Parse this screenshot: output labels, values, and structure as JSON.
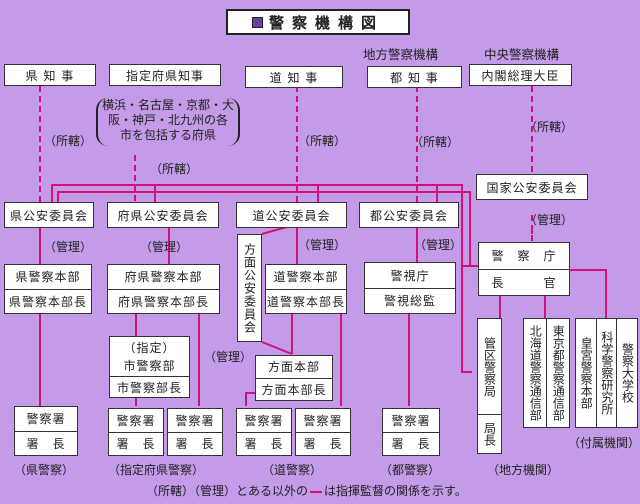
{
  "title": "警察機構図",
  "headers": {
    "local": "地方警察機構",
    "central": "中央警察機構"
  },
  "top_row": {
    "ken_chiji": "県 知 事",
    "shitei_chiji": "指定府県知事",
    "do_chiji": "道 知 事",
    "to_chiji": "都 知 事",
    "naikaku": "内閣総理大臣"
  },
  "shitei_note": [
    "横浜・名古屋・京都・大",
    "阪・神戸・北九州の各",
    "市を包括する府県"
  ],
  "labels": {
    "shokatsu": "（所轄）",
    "kanri": "（管理）"
  },
  "commissions": {
    "ken": "県公安委員会",
    "fuken": "府県公安委員会",
    "do": "道公安委員会",
    "to": "都公安委員会",
    "kokka": "国家公安委員会",
    "homen": "方面公安委員会"
  },
  "hq": {
    "ken": [
      "県警察本部",
      "県警察本部長"
    ],
    "fuken": [
      "府県警察本部",
      "府県警察本部長"
    ],
    "do": [
      "道警察本部",
      "道警察本部長"
    ],
    "to": [
      "警視庁",
      "警視総監"
    ],
    "npa": [
      "警　察　庁",
      "長　　　官"
    ]
  },
  "shi_keisatsu": [
    "（指定）",
    "市警察部",
    "市警察部長"
  ],
  "homen_hq": [
    "方面本部",
    "方面本部長"
  ],
  "station": [
    "警察署",
    "署　長"
  ],
  "regional": {
    "kanku": "管区警察局",
    "kyokucho": "局長",
    "hokkaido_tsushin": "北海道警察通信部",
    "tokyo_tsushin": "東京都警察通信部"
  },
  "attached": [
    "皇宮警察本部",
    "科学警察研究所",
    "警察大学校"
  ],
  "captions": {
    "ken": "（県警察）",
    "shitei": "（指定府県警察）",
    "do": "（道警察）",
    "to": "（都警察）",
    "chiho": "（地方機関）",
    "fuzoku": "（付属機関）"
  },
  "footnote": {
    "before": "（所轄）（管理）とある以外の",
    "after": "は指揮監督の関係を示す。"
  },
  "colors": {
    "background": "#c49be8",
    "line": "#d4117a",
    "box": "#ffffff",
    "border": "#333333"
  }
}
